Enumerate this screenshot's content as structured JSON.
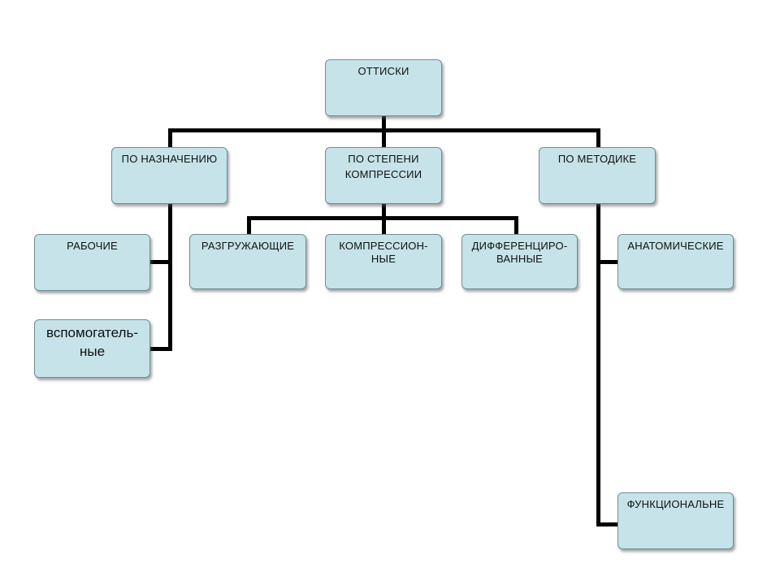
{
  "diagram": {
    "root": {
      "label": "ОТТИСКИ"
    },
    "by_purpose": {
      "label": "ПО НАЗНАЧЕНИЮ",
      "children": {
        "working": {
          "label": "РАБОЧИЕ"
        },
        "auxiliary": {
          "line1": "вспомогатель-",
          "line2": "ные"
        }
      }
    },
    "by_compression": {
      "line1": "ПО СТЕПЕНИ",
      "line2": "КОМПРЕССИИ",
      "children": {
        "unloading": {
          "label": "РАЗГРУЖАЮЩИЕ"
        },
        "compression": {
          "line1": "КОМПРЕССИОН-",
          "line2": "НЫЕ"
        },
        "differentiated": {
          "line1": "ДИФФЕРЕНЦИРО-",
          "line2": "ВАННЫЕ"
        }
      }
    },
    "by_method": {
      "label": "ПО МЕТОДИКЕ",
      "children": {
        "anatomical": {
          "label": "АНАТОМИЧЕСКИЕ"
        },
        "functional": {
          "label": "ФУНКЦИОНАЛЬНЕ"
        }
      }
    }
  },
  "colors": {
    "box_fill": "#c5e3e8",
    "box_border": "#6f8f96",
    "connector": "#000000"
  }
}
